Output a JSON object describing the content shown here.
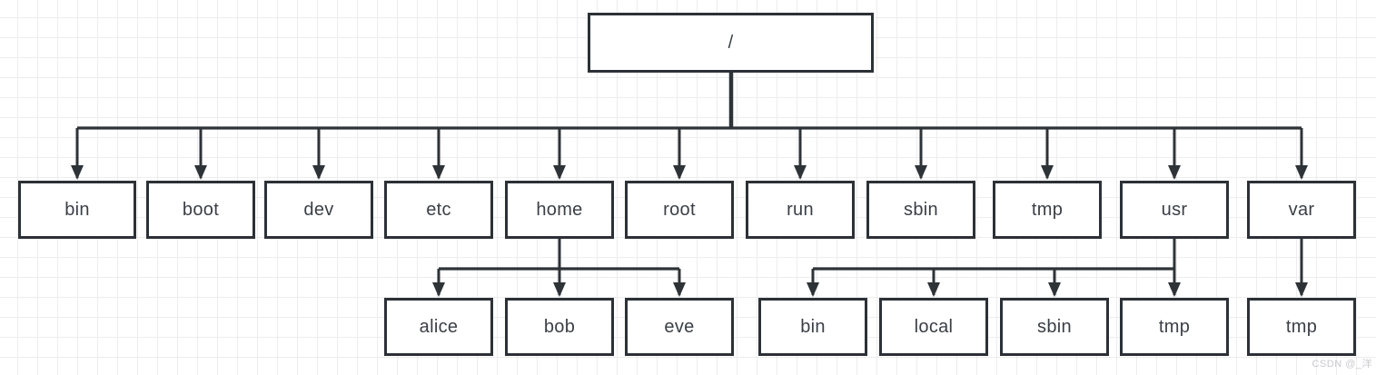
{
  "tree": {
    "root": "/",
    "level1": [
      "bin",
      "boot",
      "dev",
      "etc",
      "home",
      "root",
      "run",
      "sbin",
      "tmp",
      "usr",
      "var"
    ],
    "home_children": [
      "alice",
      "bob",
      "eve"
    ],
    "usr_children": [
      "bin",
      "local",
      "sbin",
      "tmp"
    ],
    "var_children": [
      "tmp"
    ]
  },
  "watermark": {
    "text": "CSDN @_洋"
  },
  "colors": {
    "node_border": "#2c3137",
    "connector": "#2e3338",
    "text": "#3a3f46",
    "grid_line": "#ededed",
    "background": "#ffffff",
    "watermark": "#c9c9ce"
  }
}
